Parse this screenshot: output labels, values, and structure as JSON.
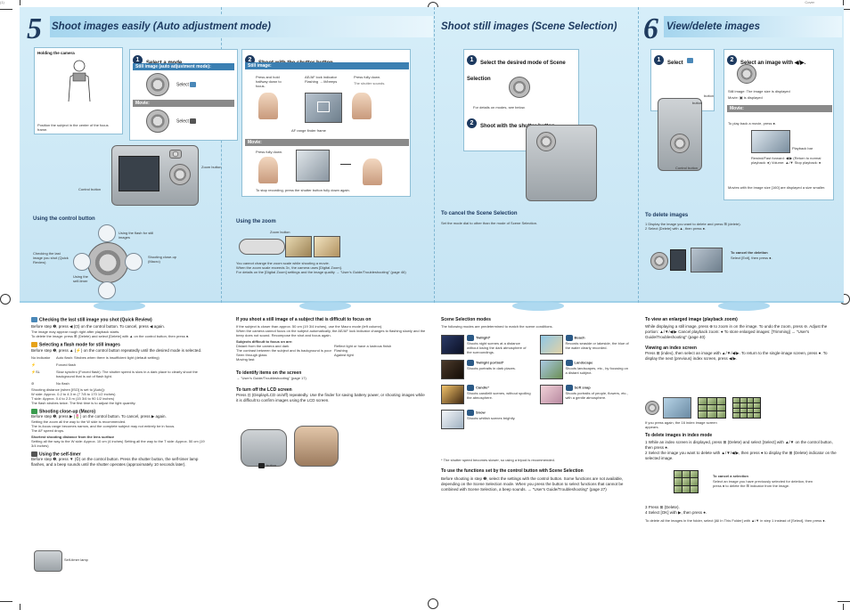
{
  "header": {
    "left": "(1)",
    "right": "Cover"
  },
  "sections": {
    "s5": {
      "number": "5",
      "title": "Shoot images easily (Auto adjustment mode)"
    },
    "sScene": {
      "title": "Shoot still images (Scene Selection)"
    },
    "s6": {
      "number": "6",
      "title": "View/delete images"
    }
  },
  "s5": {
    "holding": "Holding the camera",
    "holding_note": "Position the subject in the center of the focus frame.",
    "step1": "Select a mode.",
    "mode_still": "Still image (auto adjustment mode):",
    "mode_movie": "Movie:",
    "select": "Select",
    "step2": "Shoot with the shutter button.",
    "still_label": "Still image:",
    "press_half": "Press and hold halfway down to focus.",
    "ae_af": "AE/AF lock indicator Flashing → lit/beeps",
    "press_full": "Press fully down.",
    "shutter_sounds": "The shutter sounds.",
    "af_frame": "AF range finder frame",
    "movie_label": "Movie:",
    "press_fully": "Press fully down.",
    "stop_rec": "To stop recording, press the shutter button fully down again.",
    "zoom_button": "Zoom button",
    "control_button": "Control button",
    "using_control": "Using the control button",
    "flash": "Using the flash for still images",
    "check": "Checking the last image you shot (Quick Review)",
    "closeup": "Shooting close-up (Macro)",
    "selftimer": "Using the self-timer",
    "using_zoom": "Using the zoom",
    "zoom_btn": "Zoom button",
    "zoom_notes": [
      "You cannot change the zoom scale while shooting a movie.",
      "When the zoom scale exceeds 3×, the camera uses [Digital Zoom].",
      "For details on the [Digital Zoom] settings and the image quality → \"User's Guide/Troubleshooting\" (page 46)"
    ]
  },
  "scene": {
    "step1": "Select the desired mode of Scene Selection",
    "step1_note": "For details on modes, see below.",
    "step2": "Shoot with the shutter button.",
    "cancel_title": "To cancel the Scene Selection",
    "cancel_text": "Set the mode dial to other than the mode of Scene Selection."
  },
  "s6": {
    "step1": "Select",
    "step2": "Select an image with ◀/▶.",
    "still_size": "Still image: The image size is displayed",
    "movie_disp": "Movie: ▣ is displayed",
    "movie_label": "Movie:",
    "play_movie": "To play back a movie, press ●.",
    "playback_bar": "Playback bar",
    "rewind": "Rewind/Fast forward: ◀/▶ (Return to normal playback: ●) Volume: ▲/▼ Stop playback: ●",
    "movie_note": "Movies with the image size [160] are displayed a size smaller.",
    "button1": "button",
    "button2": "button",
    "control_button": "Control button",
    "delete_title": "To delete images",
    "delete_steps": [
      "1 Display the image you want to delete and press ⊞ (delete).",
      "2 Select [Delete] with ▲, then press ●."
    ],
    "cancel_del": "To cancel the deletion",
    "cancel_del_text": "Select [Exit], then press ●."
  },
  "lower": {
    "c1": {
      "h1": "Checking the last still image you shot (Quick Review)",
      "p1": "Before step ❷, press ◀ (⊡) on the control button. To cancel, press ◀ again.",
      "b1": [
        "The image may appear rough right after playback starts.",
        "To delete the image: press ⊞ (Delete) and select [Delete] with ▲ on the control button, then press ●."
      ],
      "h2": "Selecting a flash mode for still images",
      "p2": "Before step ❷, press ▲ (⚡) on the control button repeatedly until the desired mode is selected.",
      "flash_modes": [
        {
          "k": "No indicator",
          "v": "Auto flash: Strobes when there is insufficient light (default setting)"
        },
        {
          "k": "⚡",
          "v": "Forced flash"
        },
        {
          "k": "⚡SL",
          "v": "Slow synchro (Forced flash): The shutter speed is slow in a dark place to clearly shoot the background that is out of flash light."
        },
        {
          "k": "⊘",
          "v": "No flash"
        }
      ],
      "b2": [
        "Shooting distance (when [ISO] is set to [Auto]):",
        "W side: Approx. 0.2 to 4.3 m (7 7/8 to 170 1/2 inches)",
        "T side: Approx. 0.4 to 2.3 m (15 3/4 to 90 1/2 inches)",
        "The flash strobes twice. The first time is to adjust the light quantity."
      ],
      "h3": "Shooting close-up (Macro)",
      "p3": "Before step ❷, press ▶ (🌷) on the control button. To cancel, press ▶ again.",
      "b3": [
        "Setting the zoom all the way to the W side is recommended.",
        "The in-focus range becomes narrow, and the complete subject may not entirely be in focus.",
        "The AF speed drops."
      ],
      "h3b": "Shortest shooting distance from the lens surface",
      "p3b": "Setting all the way to the W side: Approx. 10 cm (4 inches) Setting all the way to the T side: Approx. 50 cm (19 3/4 inches)",
      "h4": "Using the self-timer",
      "p4": "Before step ❷, press ▼ (⏲) on the control button. Press the shutter button, the self-timer lamp flashes, and a beep sounds until the shutter operates (approximately 10 seconds later).",
      "lamp": "Self-timer lamp"
    },
    "c2": {
      "h1": "If you shoot a still image of a subject that is difficult to focus on",
      "b1": [
        "If the subject is closer than approx. 50 cm (19 3/4 inches), use the Macro mode (left column).",
        "When the camera cannot focus on the subject automatically, the AE/AF lock indicator changes to flashing slowly and the beep does not sound. Recompose the shot and focus again."
      ],
      "sub": "Subjects difficult to focus on are:",
      "list_a": [
        "Distant from the camera and dark",
        "The contrast between the subject and its background is poor",
        "Seen through glass",
        "Moving fast"
      ],
      "list_b": [
        "Reflect light or have a lustrous finish",
        "Flashing",
        "Against light"
      ],
      "h2": "To identify items on the screen",
      "p2": "→ \"User's Guide/Troubleshooting\" (page 17)",
      "h3": "To turn off the LCD screen",
      "p3": "Press ⊡ (Display/LCD on/off) repeatedly. Use the finder for saving battery power, or shooting images while it is difficult to confirm images using the LCD screen.",
      "btn": "button"
    },
    "c3": {
      "h1": "Scene Selection modes",
      "p1": "The following modes are predetermined to match the scene conditions.",
      "modes": [
        {
          "name": "Twilight*",
          "desc": "Shoots night scenes at a distance without losing the dark atmosphere of the surroundings."
        },
        {
          "name": "Beach",
          "desc": "Records seaside or lakeside, the blue of the water clearly recorded."
        },
        {
          "name": "Twilight portrait*",
          "desc": "Shoots portraits in dark places."
        },
        {
          "name": "Landscape",
          "desc": "Shoots landscapes, etc., by focusing on a distant subject."
        },
        {
          "name": "Candle*",
          "desc": "Shoots candlelit scenes, without spoiling the atmosphere."
        },
        {
          "name": "Soft snap",
          "desc": "Shoots portraits of people, flowers, etc., with a gentle atmosphere."
        },
        {
          "name": "Snow",
          "desc": "Shoots whitish scenes brightly."
        }
      ],
      "note": "* The shutter speed becomes slower, so using a tripod is recommended.",
      "h2": "To use the functions set by the control button with Scene Selection",
      "p2": "Before shooting in step ❷, select the settings with the control button. Some functions are not available, depending on the Scene Selection mode. When you press the button to select functions that cannot be combined with Scene Selection, a beep sounds. → \"User's Guide/Troubleshooting\" (page 27)"
    },
    "c4": {
      "h1": "To view an enlarged image (playback zoom)",
      "p1": "While displaying a still image, press ⊕ to zoom in on the image. To undo the zoom, press ⊖. Adjust the portion: ▲/▼/◀/▶ Cancel playback zoom: ● To store enlarged images: [Trimming] → \"User's Guide/Troubleshooting\" (page 40)",
      "h2": "Viewing an index screen",
      "p2": "Press ⊞ (index), then select an image with ▲/▼/◀/▶. To return to the single-image screen, press ●. To display the next (previous) index screen, press ◀/▶.",
      "cap": "If you press again, the 16 index image screen appears.",
      "h3": "To delete images in index mode",
      "steps": [
        "1 While an index screen is displayed, press ⊞ (Delete) and select [Select] with ▲/▼ on the control button, then press ●.",
        "2 Select the image you want to delete with ▲/▼/◀/▶, then press ● to display the ⊞ (Delete) indicator on the selected image."
      ],
      "cancel_h": "To cancel a selection",
      "cancel_t": "Select an image you have previously selected for deletion, then press ● to delete the ⊞ indicator from the image.",
      "steps2": [
        "3 Press ⊞ (Delete).",
        "4 Select [OK] with ▶, then press ●."
      ],
      "note": "To delete all the images in the folder, select [All In This Folder] with ▲/▼ in step 1 instead of [Select], then press ●."
    }
  }
}
